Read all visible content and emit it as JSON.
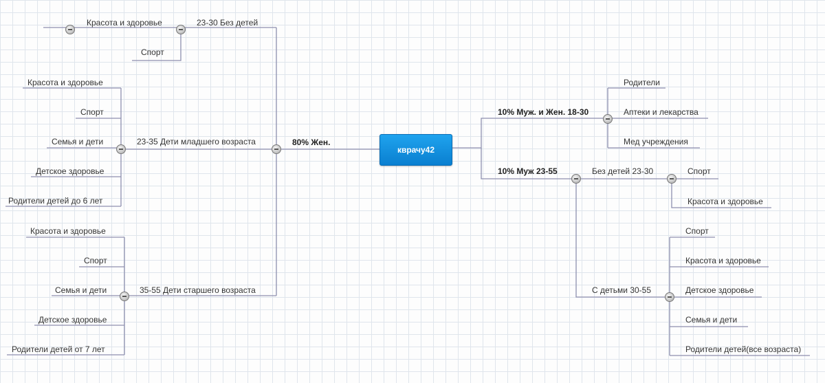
{
  "root": "кврачу42",
  "left": {
    "branch": "80% Жен.",
    "groups": [
      {
        "label": "23-30 Без детей",
        "items": [
          "Красота и здоровье",
          "Спорт"
        ]
      },
      {
        "label": "23-35 Дети младшего возраста",
        "items": [
          "Красота и здоровье",
          "Спорт",
          "Семья и дети",
          "Детское здоровье",
          "Родители детей до 6 лет"
        ]
      },
      {
        "label": "35-55 Дети старшего возраста",
        "items": [
          "Красота и здоровье",
          "Спорт",
          "Семья и дети",
          "Детское здоровье",
          "Родители детей от 7 лет"
        ]
      }
    ]
  },
  "right": {
    "branch1": {
      "label": "10% Муж. и Жен. 18-30",
      "items": [
        "Родители",
        "Аптеки и лекарства",
        "Мед учреждения"
      ]
    },
    "branch2": {
      "label": "10% Муж 23-55",
      "groups": [
        {
          "label": "Без детей 23-30",
          "items": [
            "Спорт",
            "Красота и здоровье"
          ]
        },
        {
          "label": "С детьми 30-55",
          "items": [
            "Спорт",
            "Красота и здоровье",
            "Детское здоровье",
            "Семья и дети",
            "Родители детей(все возраста)"
          ]
        }
      ]
    }
  }
}
